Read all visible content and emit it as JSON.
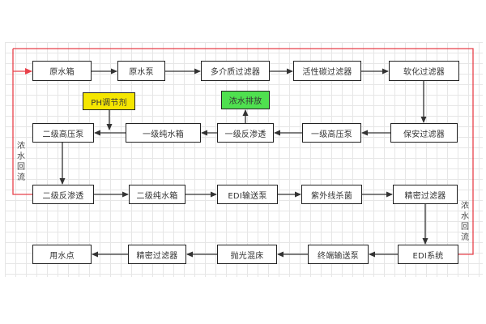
{
  "diagram": {
    "nodes": {
      "raw_water_tank": "原水箱",
      "raw_water_pump": "原水泵",
      "multimedia_filter": "多介质过滤器",
      "activated_carbon_filter": "活性碳过滤器",
      "softening_filter": "软化过滤器",
      "security_filter": "保安过滤器",
      "primary_high_pressure_pump": "一级高压泵",
      "primary_ro": "一级反渗透",
      "primary_pure_water_tank": "一级纯水箱",
      "secondary_high_pressure_pump": "二级高压泵",
      "ph_regulator": "PH调节剂",
      "concentrate_discharge": "浓水排放",
      "secondary_ro": "二级反渗透",
      "secondary_pure_water_tank": "二级纯水箱",
      "edi_transfer_pump": "EDI输送泵",
      "uv_sterilizer": "紫外线杀菌",
      "precision_filter_1": "精密过滤器",
      "edi_system": "EDI系统",
      "terminal_transfer_pump": "终端输送泵",
      "polishing_mixed_bed": "抛光混床",
      "precision_filter_2": "精密过滤器",
      "point_of_use": "用水点"
    },
    "labels": {
      "left_recirculation": "浓水回流",
      "right_recirculation": "浓水回流"
    },
    "colors": {
      "recirculation_line": "#e8414a",
      "flow_line": "#333333",
      "ph_box": "#f5e600",
      "discharge_box": "#4fe04f"
    }
  }
}
